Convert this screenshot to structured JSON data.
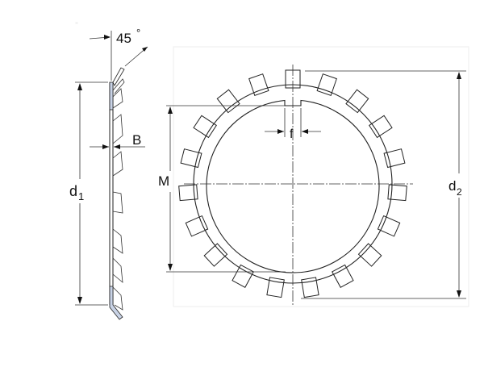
{
  "drawing": {
    "title": "Lock washer (tab washer) dimension drawing",
    "views": [
      "side-section",
      "front"
    ],
    "labels": {
      "angle_value": "45",
      "angle_unit": "°",
      "thickness": "B",
      "bore_diameter_main": "d",
      "bore_diameter_sub": "1",
      "inner_width": "M",
      "tab_width": "f",
      "outer_diameter_main": "d",
      "outer_diameter_sub": "2"
    },
    "tab_count": 19,
    "colors": {
      "line": "#222222",
      "section_fill": "#c9d3e6",
      "background": "#ffffff"
    }
  }
}
